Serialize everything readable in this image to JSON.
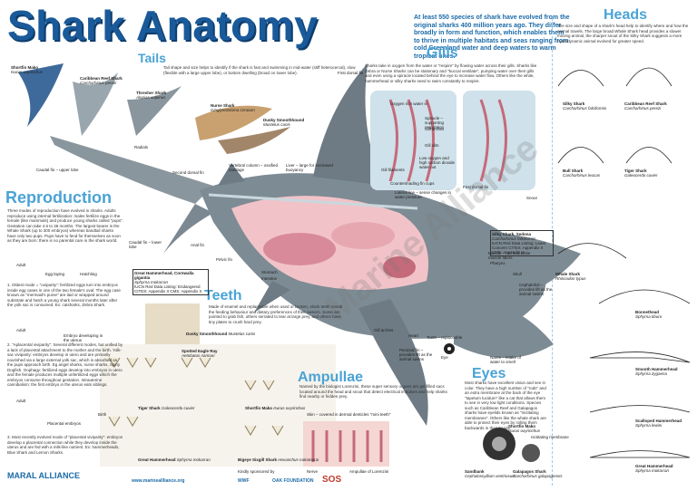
{
  "title": "Shark Anatomy",
  "intro": "At least 550 species of shark have evolved from the original sharks 400 million years ago. They differ broadly in form and function, which enables them to thrive in multiple habitats and seas ranging from cold Greenland water and deep waters to warm tropical ones.",
  "sections": {
    "tails": "Tails",
    "reproduction": "Reproduction",
    "teeth": "Teeth",
    "gills": "Gills",
    "ampullae": "Ampullae",
    "eyes": "Eyes",
    "heads": "Heads"
  },
  "tails": {
    "intro": "Tail shape and size helps to identify if the shark is fast and swimming in mid-water (stiff heterocercal), slow (flexible with a large upper lobe), or bottom dwelling (broad on lower lobe).",
    "species": [
      {
        "name": "Shortfin Mako",
        "latin": "Isurus oxyrinchus"
      },
      {
        "name": "Caribbean Reef Shark",
        "latin": "Carcharhinus perezi"
      },
      {
        "name": "Thresher Shark",
        "latin": "Alopias vulpinus"
      },
      {
        "name": "Nurse Shark",
        "latin": "Ginglymostoma cirratum"
      },
      {
        "name": "Dusky Smoothhound",
        "latin": "Mustelus canis"
      }
    ]
  },
  "anatomy_labels": {
    "first_dorsal": "First dorsal fin",
    "caudal_upper": "Caudal fin – upper lobe",
    "caudal_lower": "Caudal fin – lower lobe",
    "radials": "Radials",
    "second_dorsal": "Second dorsal fin",
    "vertebral": "Vertebral column – ossified cartilage",
    "liver": "Liver – large for increased buoyancy",
    "anal_fin": "Anal fin",
    "pelvic_fin": "Pelvic fin",
    "stomach": "Stomach",
    "intestine": "Intestine",
    "pectoral_fin": "Pectoral fin – provides lift as the animal swims",
    "heart": "Heart",
    "teeth_replaceable": "Teeth – replaceable",
    "eye": "Eye",
    "nares": "Nares – intake of water to smell",
    "snout": "Snout",
    "skull": "Skull",
    "pharynx": "Pharynx",
    "cephalofoil": "Cephalofoil – provides lift as the animal swims",
    "muscle": "Muscle – red and white muscle fibers",
    "gill_arches": "Gill arches"
  },
  "silky": {
    "name": "Silky Shark, Sedona",
    "latin": "Carcharhinus falciformis",
    "meta": "IUCN Red Data Listing: Least Concern  CITES: Appendix II  CMS: Appendix II"
  },
  "hammer": {
    "name": "Great Hammerhead, Cornwalla gigantia",
    "latin": "Sphyrna mokarran",
    "meta": "IUCN Red Data Listing: Endangered  CITES: Appendix II  CMS: Appendix II"
  },
  "reproduction": {
    "intro": "Three modes of reproduction have evolved in sharks. Adults reproduce using internal fertilization: males fertilize eggs in the female (like mammals) and produce young sharks called \"pups\". Gestation can take 4.5 to 36 months. The largest bearer is the Whale Shark (up to 300 embryos) whereas bandtail sharks have only two pups. Pups have to fend for themselves as soon as they are born: there is no parental care in the shark world.",
    "labels": [
      "Adult",
      "Egg laying",
      "Hatchling",
      "Adult",
      "Embryo developing in the uterus",
      "Adult",
      "Placental embryos",
      "Birth"
    ],
    "mode1": "1. Oldest mode = \"oviparity\": fertilized eggs turn into embryos inside egg cases in one of the two female's oval. The egg case known as \"mermaid's purse\" are laid or wrapped around substrate and hatch a young shark several months later after the yolk sac is consumed. Ex: catsharks, Zebra Shark.",
    "mode2": "2. \"Aplacental viviparity\": Several different modes, but unified by a lack of placental attachment to the mother and the birth. Yolk-sac viviparity: embryos develop in utero and are primarily nourished via a large external yolk sac, which is absorbed as the pups approach birth. Eg angel sharks, nurse sharks, Spiny Dogfish. Oophagy: fertilized eggs develop into embryos in utero and the female produces multiple unfertilized eggs which the embryos consume throughout gestation. Intrauterine cannibalism: the first embryo in the uterus eats siblings.",
    "mode3": "3. Most recently evolved mode of \"placental viviparity\": embryos develop a placental connection while they develop inside the uterus and are fed with a milk-like nutrient. Ex: hammerheads, Blue Shark and Lemon Sharks."
  },
  "teeth": {
    "intro": "Made of enamel and replaceable when used or broken, shark teeth reveal the feeding behaviour and dietary preferences of their owners. Some are pointed to grab fish, others serrated to tear at large prey, and others have tiny plates to crush hard prey.",
    "species": [
      {
        "name": "Dusky Smoothhound",
        "latin": "Mustelus canis"
      },
      {
        "name": "Spotted Eagle Ray",
        "latin": "Aetobatus narinari"
      },
      {
        "name": "Tiger Shark",
        "latin": "Galeocerdo cuvier"
      },
      {
        "name": "Shortfin Mako",
        "latin": "Isurus oxyrinchus"
      },
      {
        "name": "Great Hammerhead",
        "latin": "Sphyrna mokarran"
      },
      {
        "name": "Bigeye Sixgill Shark",
        "latin": "Hexanchus nakamurai"
      }
    ]
  },
  "gills": {
    "intro": "Sharks take in oxygen from the water or \"respire\" by flowing water across their gills. Sharks like Zebra or Nurse Sharks can be stationary and \"buccal ventilate\", pumping water over their gills and even using a spiracle located behind the eye to increase water flow. Others like the white, hammerhead or silky sharks need to swim constantly to respire.",
    "labels": [
      "Oxygen rich water in",
      "Gill arches",
      "Spiracle – supporting respiration",
      "Gill slits",
      "Low oxygen and high carbon dioxide water out",
      "Gill filaments",
      "Lateral line – sense changes in water pressure",
      "Countershading fin cups",
      "First dorsal fin"
    ]
  },
  "ampullae": {
    "intro": "Named by the biologist Lorenzini, these super sensory organs are gel-filled sacs located around the head and snout that detect electrical impulses and help sharks find nearby or hidden prey.",
    "skin": "Skin – covered in dermal denticles \"mini teeth\"",
    "nerve": "Nerve",
    "ampulla": "Ampullae of Lorenzini"
  },
  "eyes": {
    "intro": "Most sharks have excellent vision and see in color. They have a high number of \"rods\" and an extra membrane at the back of the eye \"tapetum lucidum\" like a cat that allows them to see in very low light conditions. Species such as Caribbean Reef and Galapagos sharks have eyelids known as \"nictitating membranes\". Others like the whale shark are able to protect their eyes by rolling them backwards in their heads.",
    "labels": [
      {
        "name": "Shortfin Mako",
        "latin": "Isurus oxyrinchus"
      },
      {
        "name": "nictitating membrane",
        "latin": ""
      },
      {
        "name": "Sandbank",
        "latin": "Cephaloscyllium ventriosum"
      },
      {
        "name": "Galapagos Shark",
        "latin": "Carcharhinus galapagensis"
      }
    ]
  },
  "heads": {
    "intro": "The size and shape of a shark's head help to identify where and how the animal travels. The large broad Whale Shark head provides a slower moving animal, the sharper snout of the Silky Shark suggests a more hydrodynamic animal evolved for greater speed.",
    "species": [
      {
        "name": "Silky Shark",
        "latin": "Carcharhinus falciformis"
      },
      {
        "name": "Caribbean Reef Shark",
        "latin": "Carcharhinus perezi"
      },
      {
        "name": "Bull Shark",
        "latin": "Carcharhinus leucas"
      },
      {
        "name": "Tiger Shark",
        "latin": "Galeocerdo cuvier"
      },
      {
        "name": "Whale Shark",
        "latin": "Rhincodon typus"
      },
      {
        "name": "Bonnethead",
        "latin": "Sphyrna tiburo"
      },
      {
        "name": "Smooth Hammerhead",
        "latin": "Sphyrna zygaena"
      },
      {
        "name": "Scalloped Hammerhead",
        "latin": "Sphyrna lewini"
      },
      {
        "name": "Great Hammerhead",
        "latin": "Sphyrna mokarran"
      }
    ]
  },
  "footer": {
    "website": "www.marineallliance.org",
    "supported": "Kindly sponsored by",
    "sponsors": [
      "WWF",
      "OAK FOUNDATION",
      "SOS"
    ],
    "logo": "MARAL ALLIANCE"
  },
  "colors": {
    "title": "#1a5a9a",
    "section": "#4aa3d6",
    "shark_body": "#7d8b94",
    "organs": "#d88a9a"
  }
}
